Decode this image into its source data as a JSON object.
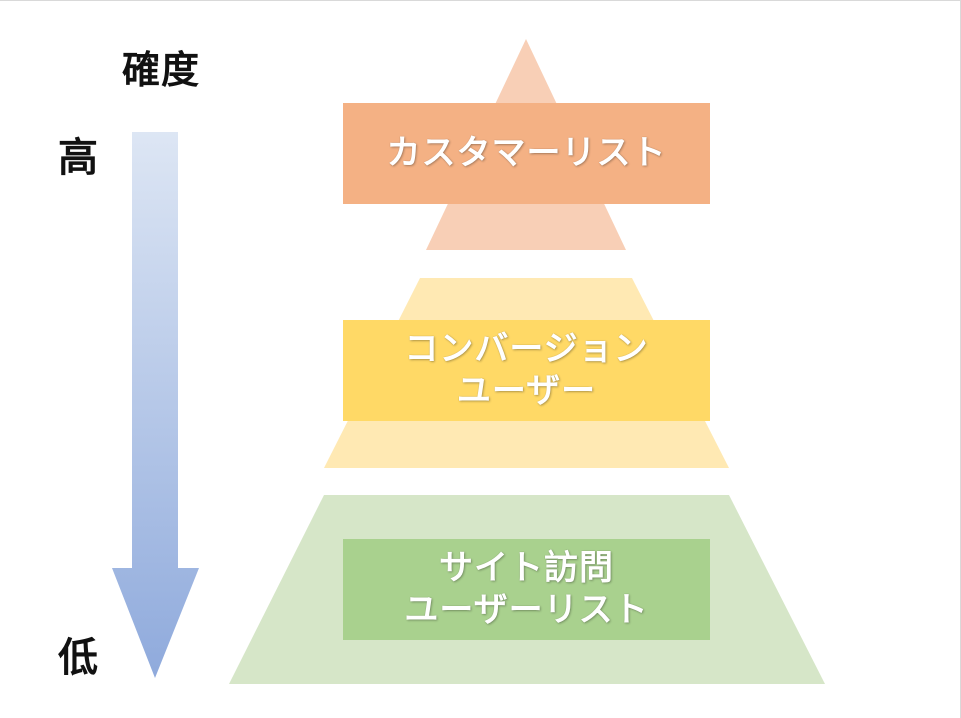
{
  "axis": {
    "title": "確度",
    "high_label": "高",
    "low_label": "低"
  },
  "pyramid": {
    "tiers": [
      {
        "lines": [
          "カスタマーリスト"
        ],
        "color_back": "#f8cfb6",
        "color_front": "#f4b184"
      },
      {
        "lines": [
          "コンバージョン",
          "ユーザー"
        ],
        "color_back": "#ffe9b3",
        "color_front": "#ffd966"
      },
      {
        "lines": [
          "サイト訪問",
          "ユーザーリスト"
        ],
        "color_back": "#d6e6c8",
        "color_front": "#a9d18e"
      }
    ]
  },
  "colors": {
    "arrow_gradient_start": "#dde6f4",
    "arrow_gradient_end": "#8faadc",
    "axis_text": "#111111",
    "label_text": "#ffffff"
  }
}
